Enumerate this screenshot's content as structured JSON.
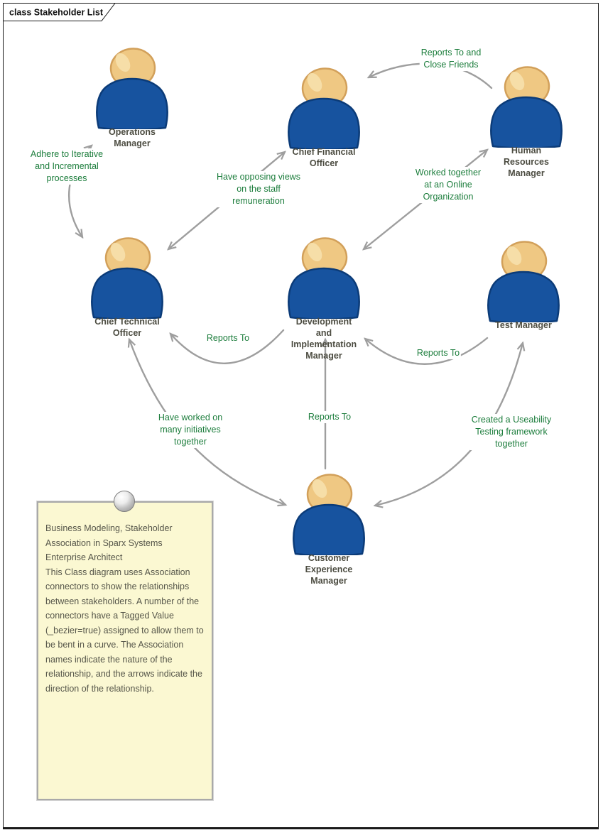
{
  "diagram_frame": {
    "label": "class Stakeholder List"
  },
  "actors": [
    {
      "id": "operations-manager",
      "label": "Operations\nManager"
    },
    {
      "id": "chief-financial-officer",
      "label": "Chief Financial\nOfficer"
    },
    {
      "id": "human-resources-manager",
      "label": "Human\nResources\nManager"
    },
    {
      "id": "chief-technical-officer",
      "label": "Chief Technical\nOfficer"
    },
    {
      "id": "development-manager",
      "label": "Development\nand\nImplementation\nManager"
    },
    {
      "id": "test-manager",
      "label": "Test Manager"
    },
    {
      "id": "customer-experience-manager",
      "label": "Customer\nExperience\nManager"
    }
  ],
  "associations": [
    {
      "id": "hr-to-cfo",
      "label": "Reports To and\nClose Friends",
      "direction": "to Chief Financial Officer"
    },
    {
      "id": "ops-cto",
      "label": "Adhere to Iterative\nand Incremental\nprocesses",
      "direction": "both"
    },
    {
      "id": "cfo-cto",
      "label": "Have opposing views\non the staff\nremuneration",
      "direction": "both"
    },
    {
      "id": "hr-dev",
      "label": "Worked together\nat an Online\nOrganization",
      "direction": "both"
    },
    {
      "id": "dev-to-cto",
      "label": "Reports To",
      "direction": "to Chief Technical Officer"
    },
    {
      "id": "test-to-dev",
      "label": "Reports To",
      "direction": "to Development Manager"
    },
    {
      "id": "cem-to-dev",
      "label": "Reports To",
      "direction": "to Development Manager"
    },
    {
      "id": "cto-cem",
      "label": "Have worked on\nmany initiatives\ntogether",
      "direction": "both"
    },
    {
      "id": "test-cem",
      "label": "Created a Useability\nTesting framework\ntogether",
      "direction": "both"
    }
  ],
  "note": {
    "title": "Business Modeling, Stakeholder Association in Sparx Systems Enterprise Architect",
    "body": "This Class diagram uses Association connectors to show the relationships between stakeholders. A number of the connectors have a Tagged Value (_bezier=true) assigned to allow them to be bent in a curve. The Association names indicate the nature of the relationship, and the arrows indicate the direction of the relationship."
  },
  "colors": {
    "association_label_green": "#1c7d3c",
    "actor_name_gray": "#4c4c41",
    "connector_gray": "#9e9e9e",
    "body_blue": "#17539f",
    "body_blue_border": "#0b3b78",
    "head_tan": "#efc883",
    "head_tan_border": "#d2a05a",
    "note_yellow": "#fbf8d2",
    "note_border_gray": "#a9a9a9"
  }
}
